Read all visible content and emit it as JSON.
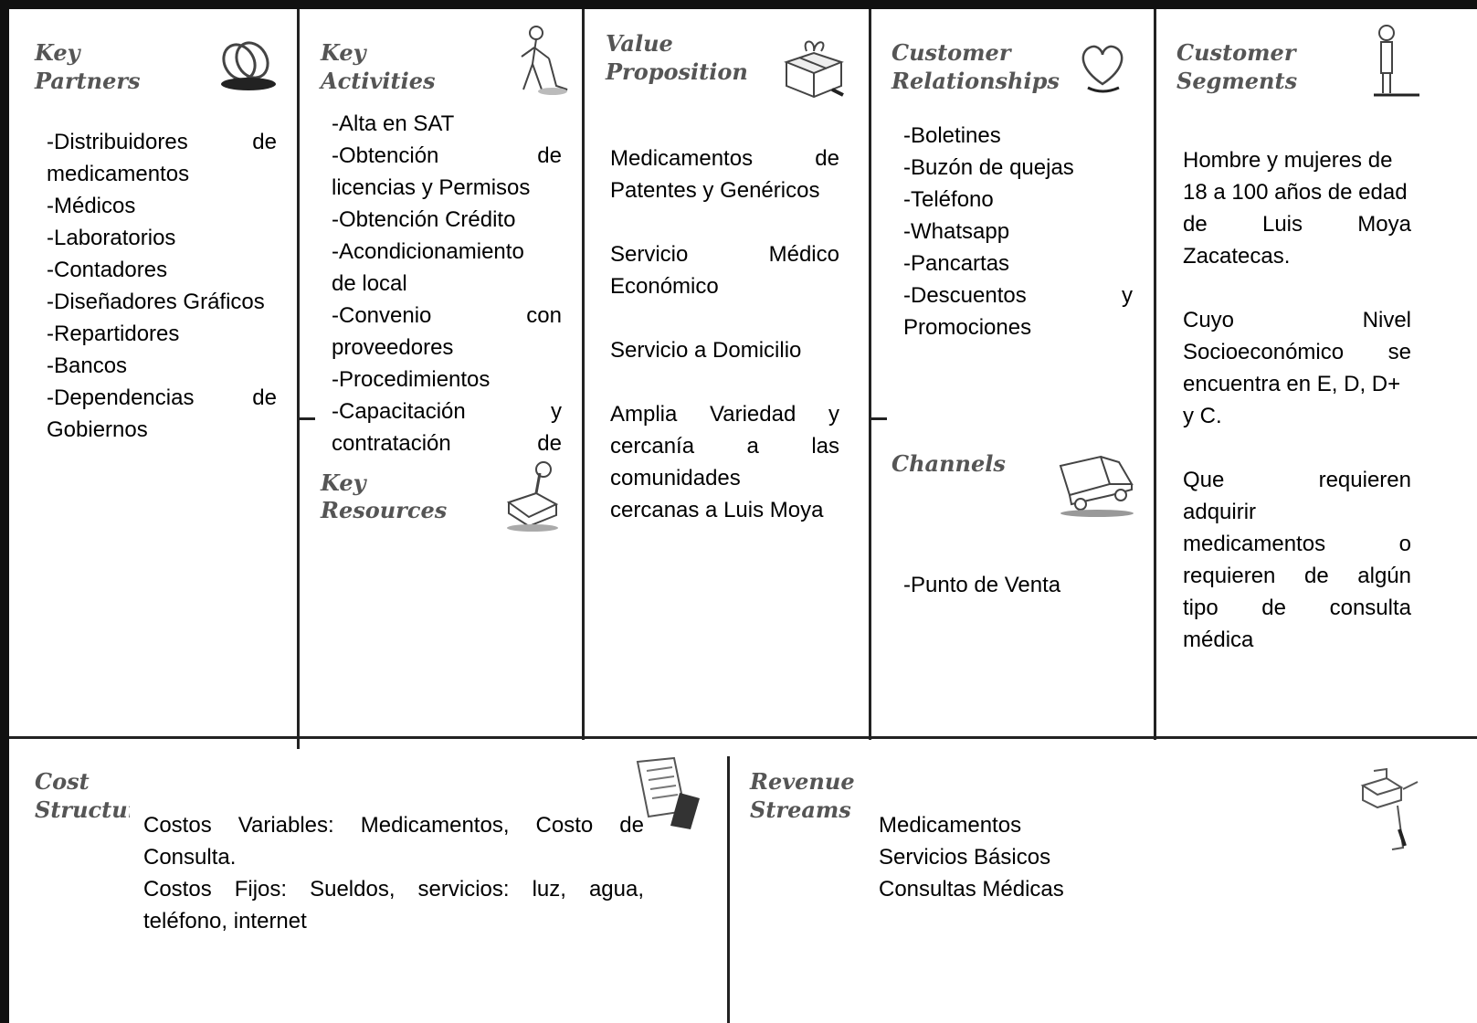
{
  "canvas": {
    "key_partners": {
      "title": "Key\nPartners",
      "icon": "rings-icon",
      "lines": [
        "-Distribuidores de",
        "medicamentos",
        "-Médicos",
        "-Laboratorios",
        "-Contadores",
        "-Diseñadores Gráficos",
        "-Repartidores",
        "-Bancos",
        "-Dependencias de",
        "Gobiernos"
      ]
    },
    "key_activities": {
      "title": "Key\nActivities",
      "icon": "worker-sweeping-icon",
      "lines": [
        "-Alta en SAT",
        "-Obtención de",
        "licencias y Permisos",
        "-Obtención Crédito",
        "-Acondicionamiento",
        "de local",
        "-Convenio con",
        "proveedores",
        "-Procedimientos",
        "-Capacitación y",
        "contratación de"
      ]
    },
    "key_resources": {
      "title": "Key\nResources",
      "icon": "machine-icon"
    },
    "value_proposition": {
      "title": "Value\nProposition",
      "icon": "gift-box-icon",
      "lines": [
        "Medicamentos de",
        "Patentes y Genéricos",
        "",
        "Servicio Médico",
        "Económico",
        "",
        "Servicio a Domicilio",
        "",
        "Amplia Variedad y",
        "cercanía a las",
        "comunidades",
        "cercanas a Luis Moya"
      ]
    },
    "customer_relationships": {
      "title": "Customer\nRelationships",
      "icon": "heart-icon",
      "lines": [
        "-Boletines",
        "-Buzón de quejas",
        "-Teléfono",
        "-Whatsapp",
        "-Pancartas",
        "-Descuentos y",
        "Promociones"
      ]
    },
    "channels": {
      "title": "Channels",
      "icon": "truck-icon",
      "lines": [
        "-Punto de Venta"
      ]
    },
    "customer_segments": {
      "title": "Customer\nSegments",
      "icon": "person-icon",
      "lines": [
        "Hombre y mujeres de",
        "18 a 100 años de edad",
        "de Luis Moya",
        "Zacatecas.",
        "",
        "Cuyo Nivel",
        "Socioeconómico se",
        "encuentra en E, D, D+",
        "y C.",
        "",
        "Que requieren",
        "adquirir",
        "medicamentos o",
        "requieren de algún",
        "tipo de consulta",
        "médica"
      ]
    },
    "cost_structure": {
      "title": "Cost\nStructure",
      "icon": "invoice-icon",
      "lines": [
        "Costos Variables: Medicamentos, Costo de",
        "Consulta.",
        "Costos Fijos: Sueldos, servicios: luz, agua,",
        "teléfono, internet"
      ]
    },
    "revenue_streams": {
      "title": "Revenue\nStreams",
      "icon": "cash-register-icon",
      "lines": [
        "Medicamentos",
        "Servicios Básicos",
        "Consultas Médicas"
      ]
    }
  }
}
